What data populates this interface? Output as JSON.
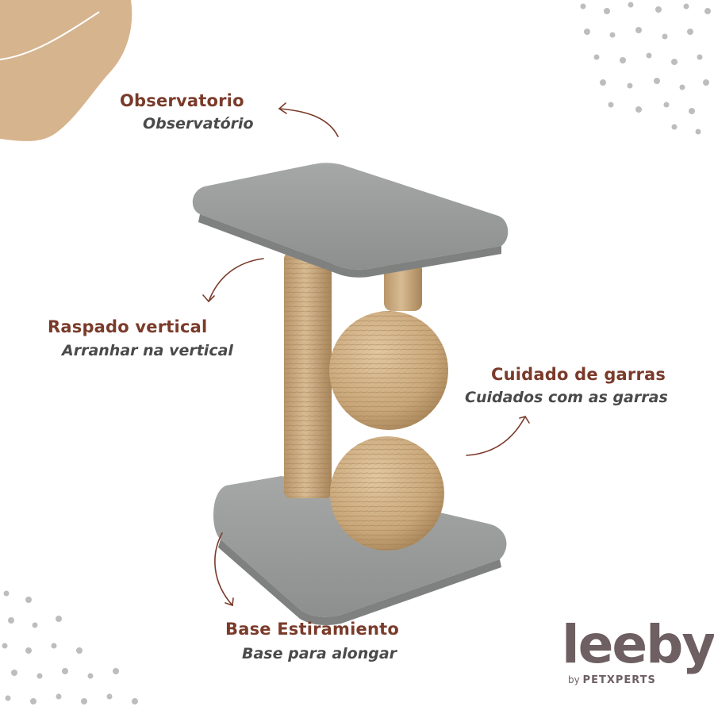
{
  "labels": {
    "observatorio": {
      "title": "Observatorio",
      "subtitle": "Observatório"
    },
    "raspado": {
      "title": "Raspado vertical",
      "subtitle": "Arranhar na vertical"
    },
    "cuidado": {
      "title": "Cuidado de garras",
      "subtitle": "Cuidados com as garras"
    },
    "base": {
      "title": "Base Estiramiento",
      "subtitle": "Base para alongar"
    }
  },
  "brand": {
    "name": "leeby",
    "by": "by",
    "company": "PETXPERTS"
  },
  "colors": {
    "accent": "#7a3b2a",
    "subtitle": "#4a4a4a",
    "carpet": "#9a9c9b",
    "rope": "#c9a77a",
    "blob": "#d6b48e",
    "dots": "#bdbdbd",
    "brand": "#6e5f63"
  },
  "icons": [
    "curved-arrow-icon",
    "dot-pattern",
    "corner-blob"
  ]
}
